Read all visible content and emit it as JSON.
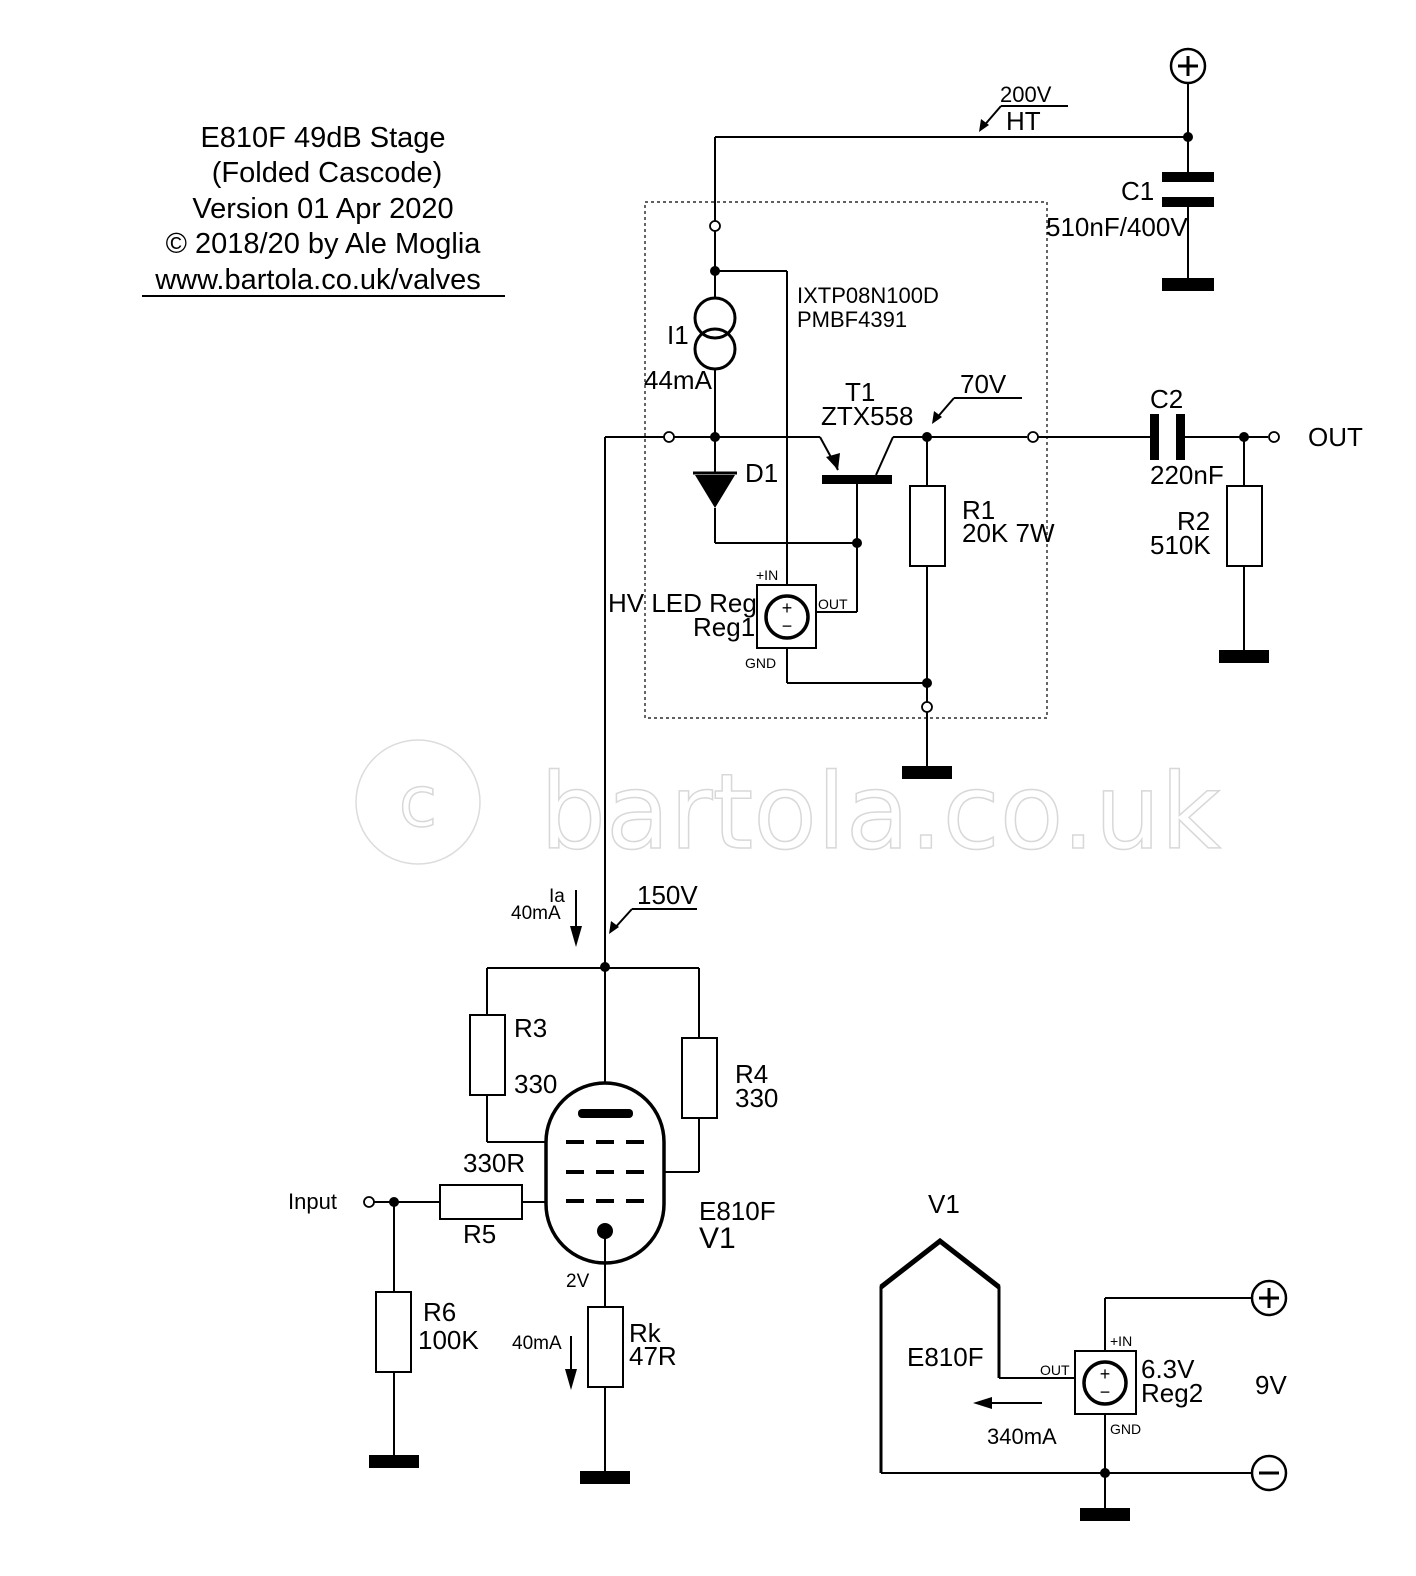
{
  "title": {
    "line1": "E810F 49dB Stage",
    "line2": "(Folded Cascode)",
    "line3": "Version 01 Apr 2020",
    "line4": "© 2018/20 by Ale Moglia",
    "line5": "www.bartola.co.uk/valves"
  },
  "watermark": "bartola.co.uk",
  "rails": {
    "ht_voltage": "200V",
    "ht_label": "HT",
    "out_voltage": "70V",
    "anode_voltage": "150V",
    "cathode_voltage": "2V"
  },
  "components": {
    "c1": {
      "ref": "C1",
      "value": "510nF/400V"
    },
    "c2": {
      "ref": "C2",
      "value": "220nF"
    },
    "i1": {
      "ref": "I1",
      "value": "44mA",
      "part1": "IXTP08N100D",
      "part2": "PMBF4391"
    },
    "d1": {
      "ref": "D1"
    },
    "t1": {
      "ref": "T1",
      "value": "ZTX558"
    },
    "r1": {
      "ref": "R1",
      "value": "20K 7W"
    },
    "r2": {
      "ref": "R2",
      "value": "510K"
    },
    "r3": {
      "ref": "R3",
      "value": "330"
    },
    "r4": {
      "ref": "R4",
      "value": "330"
    },
    "r5": {
      "ref": "R5",
      "value": "330R"
    },
    "r6": {
      "ref": "R6",
      "value": "100K"
    },
    "rk": {
      "ref": "Rk",
      "value": "47R"
    },
    "reg1": {
      "name": "HV LED Reg",
      "ref": "Reg1",
      "pin_in": "+IN",
      "pin_out": "OUT",
      "pin_gnd": "GND"
    },
    "reg2": {
      "value": "6.3V",
      "ref": "Reg2",
      "pin_in": "+IN",
      "pin_out": "OUT",
      "pin_gnd": "GND"
    },
    "v1": {
      "type": "E810F",
      "ref": "V1"
    }
  },
  "currents": {
    "ia_label": "Ia",
    "ia_value": "40mA",
    "ik_value": "40mA",
    "heater_value": "340mA"
  },
  "io": {
    "input": "Input",
    "output": "OUT"
  },
  "heater": {
    "ref": "V1",
    "type": "E810F",
    "supply": "9V"
  }
}
